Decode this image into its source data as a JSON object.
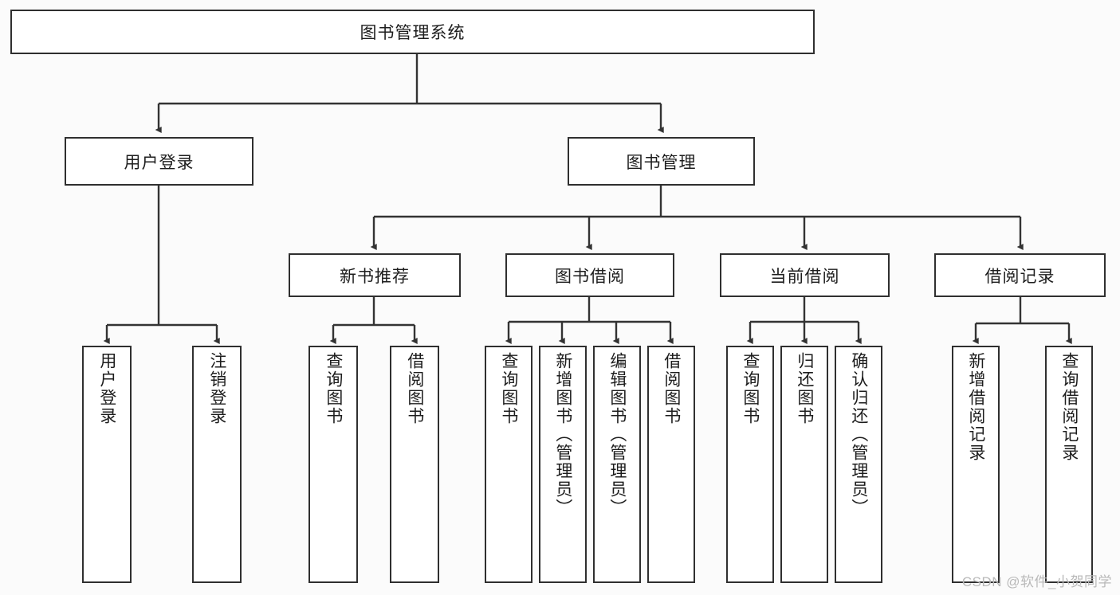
{
  "diagram": {
    "title": "图书管理系统",
    "type": "tree-hierarchy",
    "colors": {
      "background": "#fbfbfb",
      "box_fill": "#ffffff",
      "box_border": "#2f2f2f",
      "connector": "#333333",
      "text": "#1d1d1d",
      "watermark": "#b9b9b9"
    }
  },
  "root": {
    "label": "图书管理系统"
  },
  "level2": [
    {
      "label": "用户登录"
    },
    {
      "label": "图书管理"
    }
  ],
  "level3": [
    {
      "label": "新书推荐"
    },
    {
      "label": "图书借阅"
    },
    {
      "label": "当前借阅"
    },
    {
      "label": "借阅记录"
    }
  ],
  "leaves": {
    "user_login": [
      {
        "label": "用户登录"
      },
      {
        "label": "注销登录"
      }
    ],
    "new_book_recommend": [
      {
        "label": "查询图书"
      },
      {
        "label": "借阅图书"
      }
    ],
    "book_borrow": [
      {
        "label": "查询图书"
      },
      {
        "label": "新增图书（管理员）"
      },
      {
        "label": "编辑图书（管理员）"
      },
      {
        "label": "借阅图书"
      }
    ],
    "current_borrow": [
      {
        "label": "查询图书"
      },
      {
        "label": "归还图书"
      },
      {
        "label": "确认归还（管理员）"
      }
    ],
    "borrow_record": [
      {
        "label": "新增借阅记录"
      },
      {
        "label": "查询借阅记录"
      }
    ]
  },
  "watermark": {
    "text": "CSDN @软件_小贺同学"
  }
}
